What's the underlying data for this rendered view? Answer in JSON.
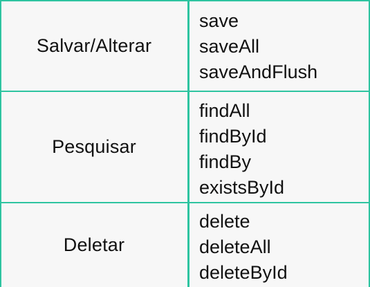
{
  "table": {
    "rows": [
      {
        "category": "Salvar/Alterar",
        "methods": [
          "save",
          "saveAll",
          "saveAndFlush"
        ]
      },
      {
        "category": "Pesquisar",
        "methods": [
          "findAll",
          "findById",
          "findBy",
          "existsById"
        ]
      },
      {
        "category": "Deletar",
        "methods": [
          "delete",
          "deleteAll",
          "deleteById"
        ]
      }
    ]
  },
  "colors": {
    "border": "#2ec4a0",
    "background": "#f7f7f7",
    "text": "#111111"
  }
}
